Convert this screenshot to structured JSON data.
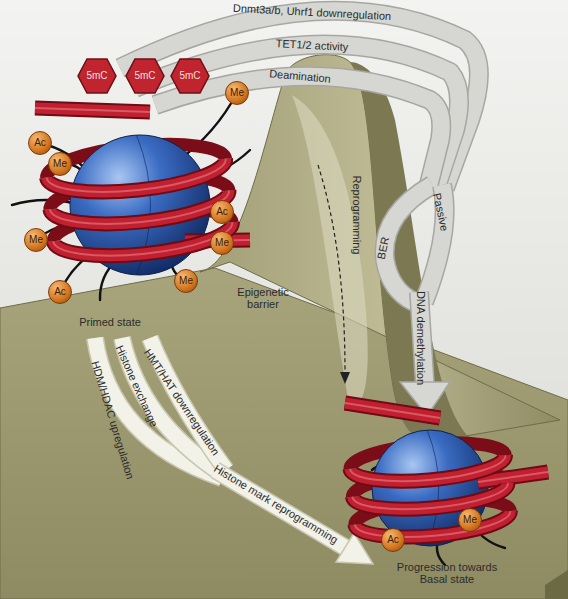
{
  "diagram": {
    "nodes": [
      {
        "text": [
          "5mC"
        ]
      },
      {
        "text": [
          "5mC"
        ]
      },
      {
        "text": [
          "5mC"
        ]
      },
      {
        "text": [
          "Me"
        ]
      },
      {
        "text": [
          "Ac"
        ]
      },
      {
        "text": [
          "Me"
        ]
      },
      {
        "text": [
          "Ac"
        ]
      },
      {
        "text": [
          "Me"
        ]
      },
      {
        "text": [
          "Me"
        ]
      },
      {
        "text": [
          "Me"
        ]
      },
      {
        "text": [
          "Ac"
        ]
      },
      {
        "text": [
          "Me"
        ]
      },
      {
        "text": [
          "Ac"
        ]
      }
    ],
    "labels": [
      "Dnmt3a/b, Uhrf1 downregulation",
      "TET1/2 activity",
      "Deamination",
      "BER",
      "Passive",
      "Reprogramming",
      "DNA demethylation",
      "Epigenetic barrier",
      "Primed state",
      "HDM/HDAC upregulation",
      "Histone exchange",
      "HMT/HAT downregulation",
      "Histone mark reprogramming",
      "Progression towards Basal state"
    ]
  }
}
